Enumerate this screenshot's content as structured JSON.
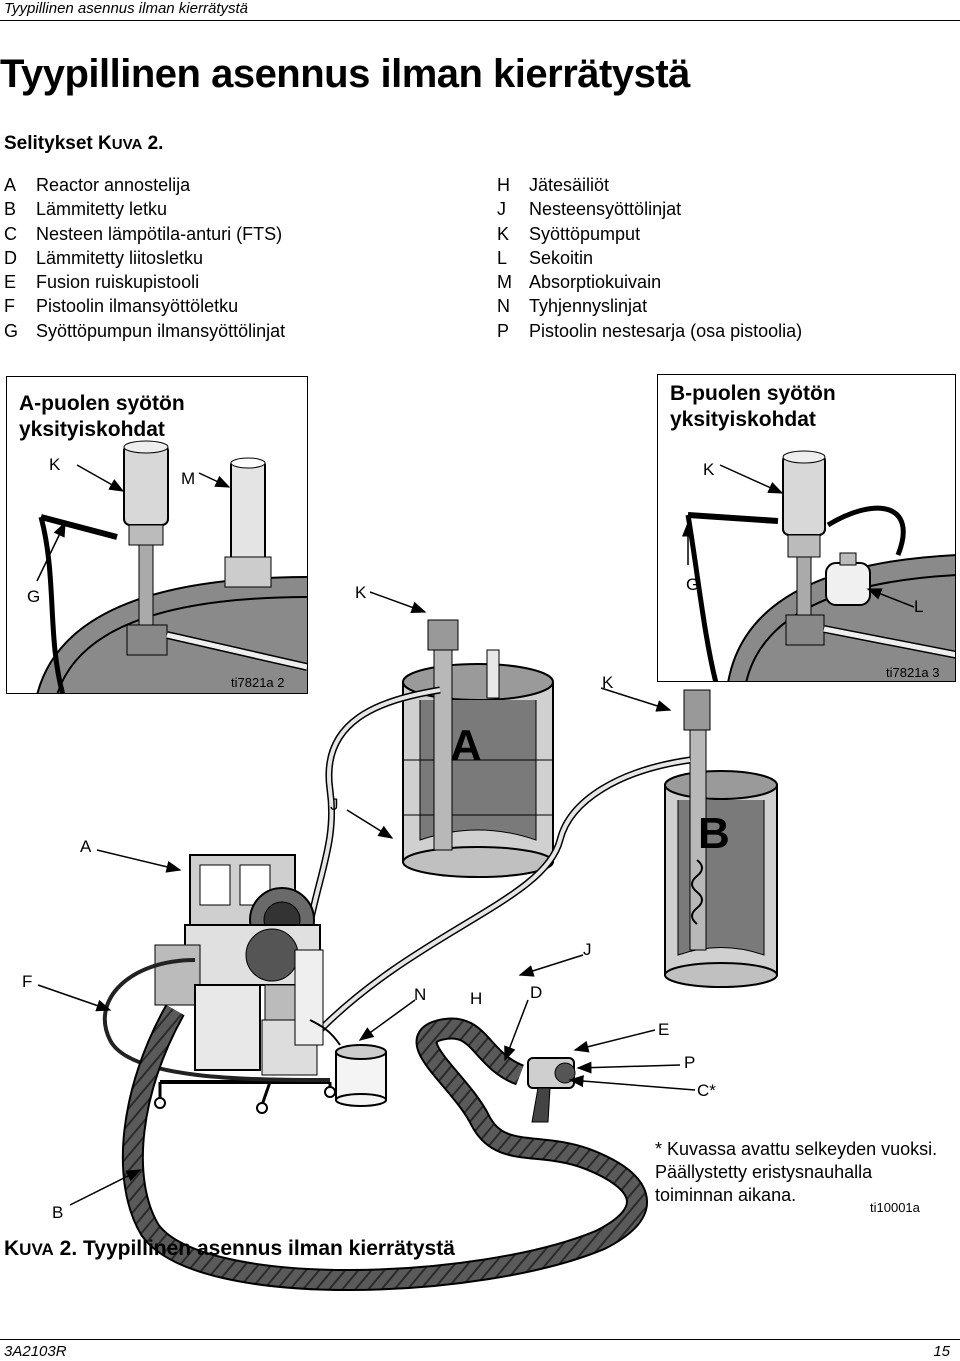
{
  "header": {
    "running_title": "Tyypillinen asennus ilman kierrätystä"
  },
  "title": "Tyypillinen asennus ilman kierrätystä",
  "legend_intro": {
    "prefix": "Selitykset K",
    "smallcaps": "UVA",
    "suffix": " 2."
  },
  "legend_left": [
    {
      "key": "A",
      "text": "Reactor annostelija"
    },
    {
      "key": "B",
      "text": "Lämmitetty letku"
    },
    {
      "key": "C",
      "text": "Nesteen lämpötila-anturi (FTS)"
    },
    {
      "key": "D",
      "text": "Lämmitetty liitosletku"
    },
    {
      "key": "E",
      "text": "Fusion ruiskupistooli"
    },
    {
      "key": "F",
      "text": "Pistoolin ilmansyöttöletku"
    },
    {
      "key": "G",
      "text": "Syöttöpumpun ilmansyöttölinjat"
    }
  ],
  "legend_right": [
    {
      "key": "H",
      "text": "Jätesäiliöt"
    },
    {
      "key": "J",
      "text": "Nesteensyöttölinjat"
    },
    {
      "key": "K",
      "text": "Syöttöpumput"
    },
    {
      "key": "L",
      "text": "Sekoitin"
    },
    {
      "key": "M",
      "text": "Absorptiokuivain"
    },
    {
      "key": "N",
      "text": "Tyhjennyslinjat"
    },
    {
      "key": "P",
      "text": "Pistoolin nestesarja (osa pistoolia)"
    }
  ],
  "inset_a": {
    "title": "A-puolen syötön\nyksityiskohdat",
    "ref": "ti7821a 2",
    "callouts": {
      "k": "K",
      "m": "M",
      "g": "G"
    }
  },
  "inset_b": {
    "title": "B-puolen syötön\nyksityiskohdat",
    "ref": "ti7821a 3",
    "callouts": {
      "k": "K",
      "g": "G",
      "l": "L"
    }
  },
  "main_callouts": {
    "k_a_drum": "K",
    "k_b_drum": "K",
    "j_upper": "J",
    "j_lower": "J",
    "a": "A",
    "f": "F",
    "n": "N",
    "h": "H",
    "d": "D",
    "e": "E",
    "p": "P",
    "c": "C*",
    "b": "B"
  },
  "drum_labels": {
    "a": "A",
    "b": "B"
  },
  "main_ref": "ti10001a",
  "footnote": "* Kuvassa avattu selkeyden vuoksi.\nPäällystetty eristysnauhalla\ntoiminnan aikana.",
  "caption": {
    "prefix": "K",
    "smallcaps": "UVA",
    "suffix": " 2. Tyypillinen asennus ilman kierrätystä"
  },
  "footer": {
    "doc_code": "3A2103R",
    "page_number": "15"
  }
}
